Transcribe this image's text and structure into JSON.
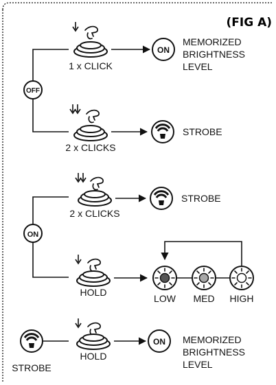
{
  "figure_label": "(FIG A)",
  "states": {
    "off": "OFF",
    "on": "ON",
    "strobe": "STROBE"
  },
  "icons": {
    "hand": "finger-press-icon",
    "button": "push-button-icon",
    "on_badge": "on-badge-icon",
    "strobe": "strobe-light-icon",
    "sun": "brightness-sun-icon"
  },
  "off_section": {
    "single_click_label": "1 x CLICK",
    "single_click_result": [
      "MEMORIZED",
      "BRIGHTNESS",
      "LEVEL"
    ],
    "single_click_result_badge": "ON",
    "double_click_label": "2 x CLICKS",
    "double_click_result": "STROBE"
  },
  "on_section": {
    "double_click_label": "2 x CLICKS",
    "double_click_result": "STROBE",
    "hold_label": "HOLD",
    "levels": [
      "LOW",
      "MED",
      "HIGH"
    ]
  },
  "strobe_section": {
    "source_label": "STROBE",
    "hold_label": "HOLD",
    "result_badge": "ON",
    "result": [
      "MEMORIZED",
      "BRIGHTNESS",
      "LEVEL"
    ]
  },
  "colors": {
    "ink": "#111111",
    "low_fill": "#555555",
    "med_fill": "#a8a8a8",
    "high_fill": "#ffffff"
  }
}
